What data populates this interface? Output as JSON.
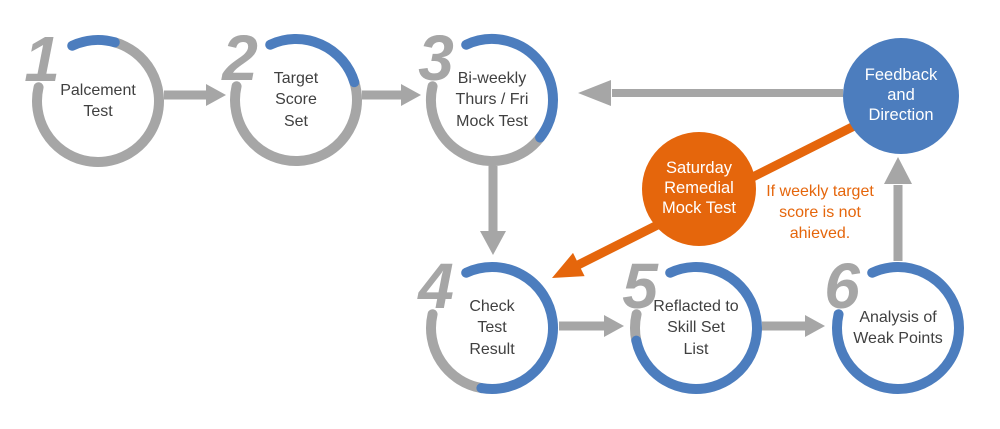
{
  "colors": {
    "blue": "#4C7DBE",
    "orange": "#E5660C",
    "gray": "#A6A6A6",
    "label_text": "#404040",
    "bubble_text": "#FFFFFF"
  },
  "steps": [
    {
      "number": "1",
      "label": "Palcement\nTest",
      "blue_deg": 41
    },
    {
      "number": "2",
      "label": "Target\nScore\nSet",
      "blue_deg": 98
    },
    {
      "number": "3",
      "label": "Bi-weekly\nThurs / Fri\nMock Test",
      "blue_deg": 153
    },
    {
      "number": "4",
      "label": "Check\nTest\nResult",
      "blue_deg": 215
    },
    {
      "number": "5",
      "label": "Reflacted to\nSkill Set\nList",
      "blue_deg": 283
    },
    {
      "number": "6",
      "label": "Analysis of\nWeak Points",
      "blue_deg": 308
    }
  ],
  "bubbles": {
    "saturday": {
      "label": "Saturday\nRemedial\nMock Test",
      "fill": "#E5660C"
    },
    "feedback": {
      "label": "Feedback\nand\nDirection",
      "fill": "#4C7DBE"
    }
  },
  "caption": {
    "text": "If weekly target\nscore is not\nahieved.",
    "color": "#E5660C"
  },
  "arrows": [
    {
      "from": "step-1",
      "to": "step-2",
      "style": "gray"
    },
    {
      "from": "step-2",
      "to": "step-3",
      "style": "gray"
    },
    {
      "from": "step-3",
      "to": "step-4",
      "style": "gray"
    },
    {
      "from": "step-4",
      "to": "step-5",
      "style": "gray"
    },
    {
      "from": "step-5",
      "to": "step-6",
      "style": "gray"
    },
    {
      "from": "step-6",
      "to": "feedback",
      "style": "gray"
    },
    {
      "from": "feedback",
      "to": "step-3",
      "style": "gray"
    },
    {
      "from": "feedback",
      "to": "step-4",
      "style": "orange"
    }
  ]
}
